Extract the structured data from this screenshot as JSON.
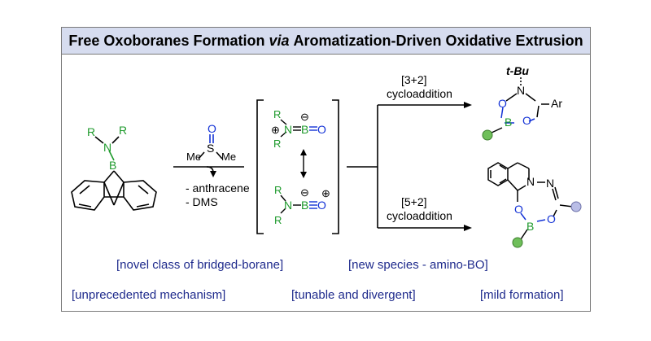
{
  "title": {
    "part1": "Free Oxoboranes Formation",
    "via": "via",
    "part2": "Aromatization-Driven Oxidative Extrusion"
  },
  "reagent": {
    "sulfoxide_O": "O",
    "sulfoxide_S": "S",
    "methyl_left": "Me",
    "methyl_right": "Me",
    "byproduct_1": "- anthracene",
    "byproduct_2": "- DMS"
  },
  "starting_material": {
    "R1": "R",
    "R2": "R",
    "N": "N",
    "B": "B"
  },
  "intermediate": {
    "top": {
      "R_top": "R",
      "R_bottom": "R",
      "N_plus": "⊕",
      "bond": "N=B=O",
      "N": "N",
      "B": "B",
      "O": "O",
      "B_minus": "⊖"
    },
    "bottom": {
      "R_top": "R",
      "R_bottom": "R",
      "N": "N",
      "B": "B",
      "O": "O",
      "B_minus": "⊖",
      "O_plus": "⊕"
    }
  },
  "path_3_2": {
    "label_1": "[3+2]",
    "label_2": "cycloaddition",
    "product": {
      "tBu": "t-Bu",
      "N": "N",
      "O1": "O",
      "O2": "O",
      "B": "B",
      "Ar": "Ar"
    }
  },
  "path_5_2": {
    "label_1": "[5+2]",
    "label_2": "cycloaddition",
    "product": {
      "N1": "N",
      "N2": "N",
      "B": "B",
      "O1": "O",
      "O2": "O"
    }
  },
  "tags": [
    "[novel class of bridged-borane]",
    "[new species - amino-BO]",
    "[unprecedented mechanism]",
    "[tunable and divergent]",
    "[mild formation]"
  ],
  "colors": {
    "title_bg": "#d6dcef",
    "nitrogen_green": "#1e9a2c",
    "oxygen_blue": "#1433d6",
    "tag_text": "#1e2a8c",
    "substituent_green": "#6fbf5a",
    "substituent_lilac": "#b9bde6"
  }
}
